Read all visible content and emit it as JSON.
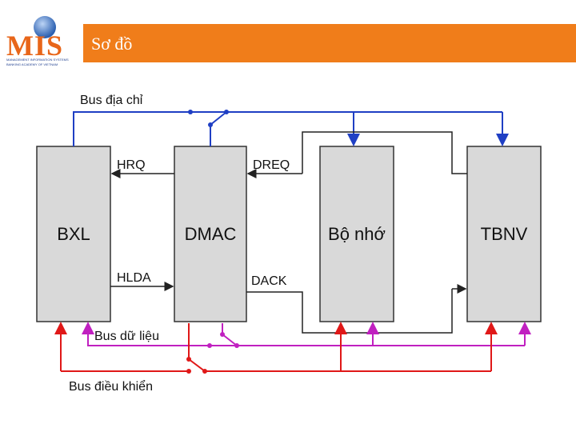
{
  "header": {
    "logo_text": "MIS",
    "logo_sub1": "MANAGEMENT INFORMATION SYSTEMS",
    "logo_sub2": "BANKING ACADEMY OF VIETNAM",
    "title": "Sơ đồ"
  },
  "diagram": {
    "blocks": [
      "BXL",
      "DMAC",
      "Bộ nhớ",
      "TBNV"
    ],
    "signals": [
      "HRQ",
      "HLDA",
      "DREQ",
      "DACK"
    ],
    "buses": [
      "Bus địa chỉ",
      "Bus dữ liệu",
      "Bus điều khiển"
    ],
    "colors": {
      "address_bus": "#1f3fc4",
      "data_bus": "#c020c0",
      "control_bus": "#e01818",
      "signal": "#222222",
      "block_fill": "#d9d9d9"
    }
  }
}
